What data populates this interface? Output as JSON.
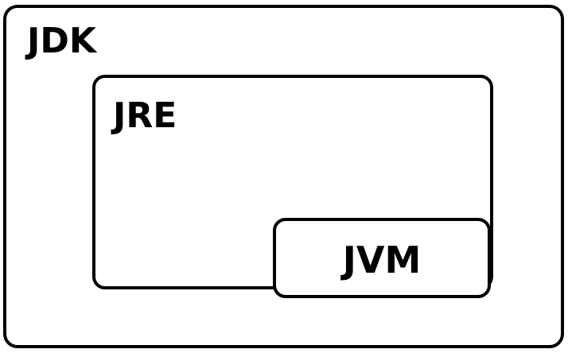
{
  "diagram": {
    "outer": {
      "label": "JDK"
    },
    "middle": {
      "label": "JRE"
    },
    "inner": {
      "label": "JVM"
    }
  }
}
